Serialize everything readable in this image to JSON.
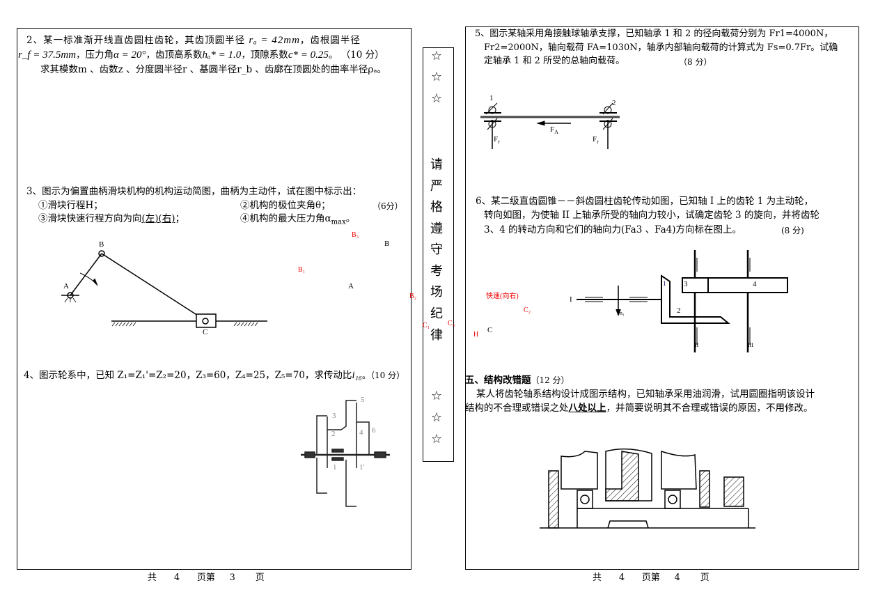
{
  "page3": {
    "q2": {
      "line1_prefix": "2、某一标准渐开线直齿圆柱齿轮，其齿顶圆半径",
      "ra": "rₐ = 42mm",
      "line1_suffix": "，齿根圆半径",
      "rf": "r_f = 37.5mm",
      "line2_a": "，压力角",
      "alpha": "α = 20°",
      "line2_b": "，齿顶高系数",
      "ha": "hₐ* = 1.0",
      "line2_c": "，顶隙系数",
      "c": "c* = 0.25",
      "line2_d": "。  （10 分）",
      "line3": "求其模数m 、齿数z 、分度圆半径r 、基圆半径r_b 、齿廓在顶圆处的曲率半径ρₐ。"
    },
    "q3": {
      "line1": "3、图示为偏置曲柄滑块机构的机构运动简图，曲柄为主动件，试在图中标示出：",
      "item1": "①滑块行程H；",
      "item2": "②机构的极位夹角θ；",
      "score": "（6分）",
      "item3_prefix": "③滑块快速行程方向为向",
      "item3_answer": "(左)(右)",
      "item3_suffix": "；",
      "item4": "④机构的最大压力角α",
      "item4_sub": "max",
      "item4_end": "。",
      "diagram": {
        "A": "A",
        "B": "B",
        "C": "C"
      },
      "annotations": {
        "B3": "B₃",
        "B": "B",
        "B1": "B₁",
        "A": "A",
        "B2": "B₂",
        "C1": "C₁",
        "C3": "C₃",
        "fast": "快速(向右)",
        "C2": "C₂",
        "H": "H",
        "C": "C"
      }
    },
    "q4": {
      "text": "4、图示轮系中，已知 Z₁=Z₁'=Z₂=20，Z₃=60，Z₄=25，Z₅=70，求传动比",
      "i16": "i₁₆",
      "score": "。（10 分）",
      "labels": {
        "g1": "1",
        "g1p": "1'",
        "g2": "2",
        "g3": "3",
        "g4": "4",
        "g5": "5",
        "g6": "6"
      }
    },
    "footer": {
      "total": "共",
      "total_n": "4",
      "page_mid": "页第",
      "page_n": "3",
      "page_end": "页"
    }
  },
  "middle": {
    "stars_top": [
      "☆",
      "☆",
      "☆"
    ],
    "chars": [
      "请",
      "严",
      "格",
      "遵",
      "守",
      "考",
      "场",
      "纪",
      "律"
    ],
    "stars_bottom": [
      "☆",
      "☆",
      "☆"
    ]
  },
  "page4": {
    "q5": {
      "line1": "5、图示某轴采用角接触球轴承支撑，已知轴承 1 和 2 的径向载荷分别为 Fr1=4000N，",
      "line2": "Fr2=2000N，轴向载荷  FA=1030N，轴承内部轴向载荷的计算式为  Fs=0.7Fr。试确",
      "line3": "定轴承 1 和 2 所受的总轴向载荷。",
      "score": "（8 分）",
      "labels": {
        "b1": "1",
        "b2": "2",
        "FA": "F",
        "FA_sub": "A",
        "Fr1": "F",
        "Fr_sub": "r",
        "Fr2": "F"
      }
    },
    "q6": {
      "line1": "6、某二级直齿圆锥－－斜齿圆柱齿轮传动如图，已知轴 I 上的齿轮 1 为主动轮，",
      "line2": "转向如图，为使轴 II 上轴承所受的轴向力较小，试确定齿轮 3 的旋向，并将齿轮",
      "line3": "3、4 的转动方向和它们的轴向力(Fa3 、Fa4)方向标在图上。",
      "score": "(8 分)",
      "labels": {
        "shaft1": "I",
        "n1": "n₁",
        "g1": "1",
        "g2": "2",
        "g3": "3",
        "g4": "4",
        "shaft2": "II",
        "shaft3": "III"
      }
    },
    "section5": {
      "title": "五、结构改错题",
      "score": "（12 分）",
      "line1": "某人将齿轮轴系结构设计成图示结构，已知轴承采用油润滑，试用圆圈指明该设计",
      "line2_prefix": "结构的不合理或错误之处",
      "line2_emph": "八处以上",
      "line2_suffix": "，并简要说明其不合理或错误的原因，不用修改。"
    },
    "footer": {
      "total": "共",
      "total_n": "4",
      "page_mid": "页第",
      "page_n": "4",
      "page_end": "页"
    }
  }
}
